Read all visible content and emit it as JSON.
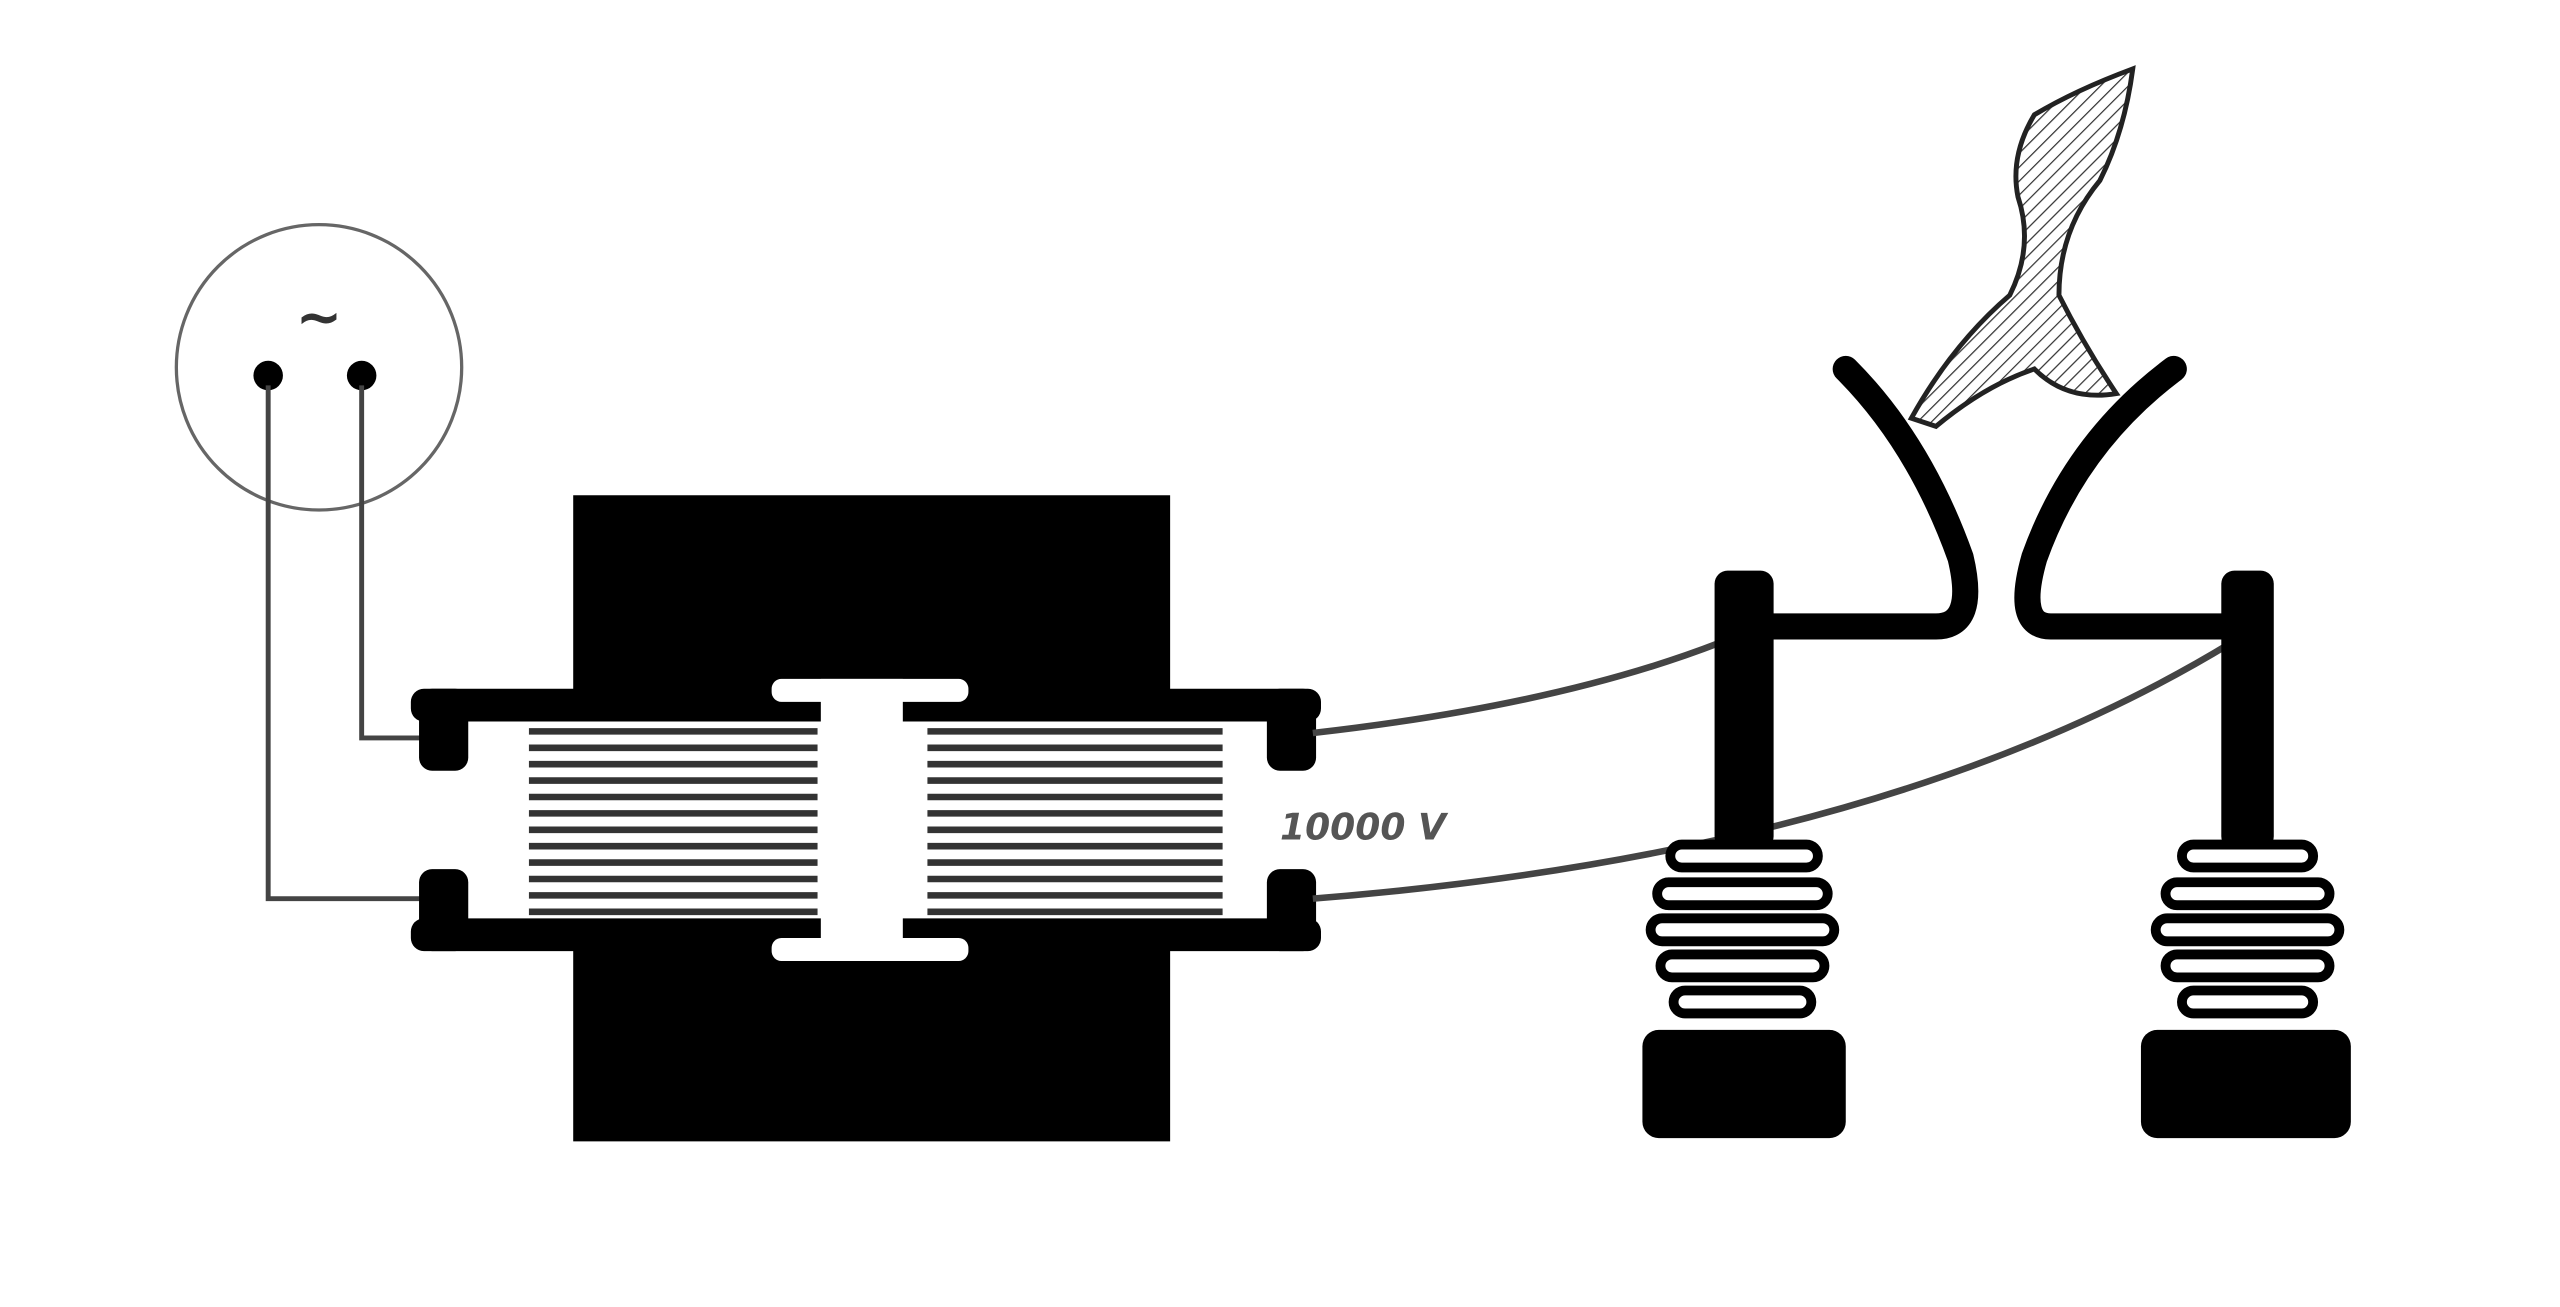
{
  "diagram": {
    "voltage_label": "10000 V",
    "ac_symbol": "~",
    "colors": {
      "ink": "#000000",
      "wire": "#444444",
      "paper": "#ffffff",
      "arc_fill": "#999999"
    },
    "components": [
      "ac-source",
      "transformer",
      "insulator-left",
      "insulator-right",
      "horn-electrode-left",
      "horn-electrode-right",
      "electric-arc"
    ]
  }
}
